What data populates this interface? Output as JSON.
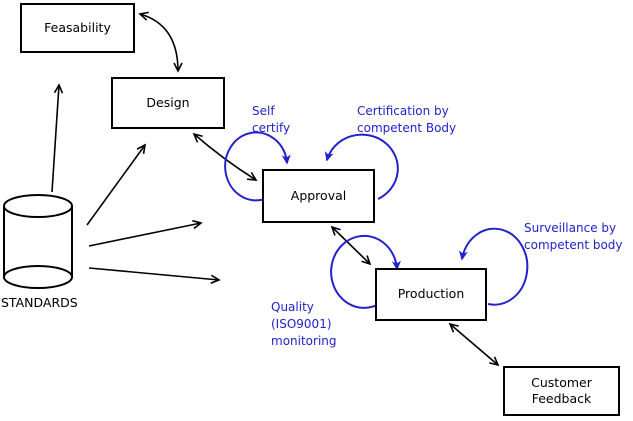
{
  "diagram": {
    "background": "#ffffff",
    "accent_blue": "#2222cc",
    "line_color": "#000000"
  },
  "nodes": {
    "feasability": {
      "label": "Feasability"
    },
    "design": {
      "label": "Design"
    },
    "approval": {
      "label": "Approval"
    },
    "production": {
      "label": "Production"
    },
    "customer_feedback": {
      "label": "Customer\nFeedback"
    },
    "standards": {
      "label": "STANDARDS",
      "shape": "cylinder"
    }
  },
  "annotations": {
    "self_certify": {
      "label": "Self\ncertify"
    },
    "certification": {
      "label": "Certification by\ncompetent Body"
    },
    "surveillance": {
      "label": "Surveillance by\ncompetent body"
    },
    "quality": {
      "label": "Quality\n(ISO9001)\nmonitoring"
    }
  },
  "edges": [
    {
      "from": "standards",
      "to": "feasability",
      "style": "arrow"
    },
    {
      "from": "standards",
      "to": "design",
      "style": "arrow"
    },
    {
      "from": "standards",
      "to": "approval",
      "style": "arrow"
    },
    {
      "from": "standards",
      "to": "production",
      "style": "arrow"
    },
    {
      "from": "feasability",
      "to": "design",
      "style": "double-arrow"
    },
    {
      "from": "design",
      "to": "approval",
      "style": "double-arrow"
    },
    {
      "from": "approval",
      "to": "production",
      "style": "double-arrow"
    },
    {
      "from": "production",
      "to": "customer_feedback",
      "style": "double-arrow"
    },
    {
      "node": "approval",
      "loop": "self_certify",
      "color": "blue"
    },
    {
      "node": "approval",
      "loop": "certification",
      "color": "blue"
    },
    {
      "node": "production",
      "loop": "quality",
      "color": "blue"
    },
    {
      "node": "production",
      "loop": "surveillance",
      "color": "blue"
    }
  ]
}
